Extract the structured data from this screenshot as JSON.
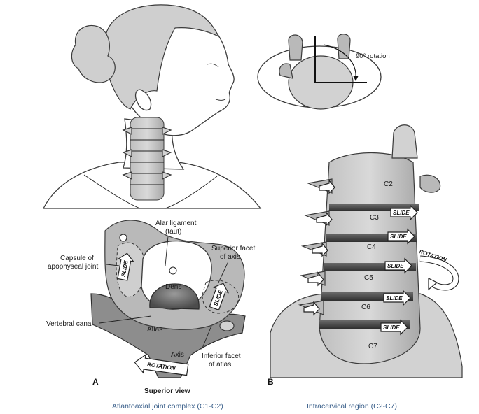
{
  "top_view": {
    "rotation_label": "90° rotation"
  },
  "panel_a": {
    "letter": "A",
    "labels": {
      "alar_ligament": "Alar ligament",
      "alar_taut": "(taut)",
      "capsule_line1": "Capsule of",
      "capsule_line2": "apophyseal joint",
      "superior_facet_line1": "Superior facet",
      "superior_facet_line2": "of axis",
      "dens": "Dens",
      "vertebral_canal": "Vertebral canal",
      "atlas": "Atlas",
      "axis": "Axis",
      "inferior_facet_line1": "Inferior facet",
      "inferior_facet_line2": "of atlas",
      "slide": "SLIDE",
      "rotation": "ROTATION"
    },
    "view": "Superior view",
    "caption": "Atlantoaxial joint complex (C1-C2)"
  },
  "panel_b": {
    "letter": "B",
    "vertebrae": [
      "C2",
      "C3",
      "C4",
      "C5",
      "C6",
      "C7"
    ],
    "slide": "SLIDE",
    "rotation": "ROTATION",
    "caption": "Intracervical region (C2-C7)"
  }
}
